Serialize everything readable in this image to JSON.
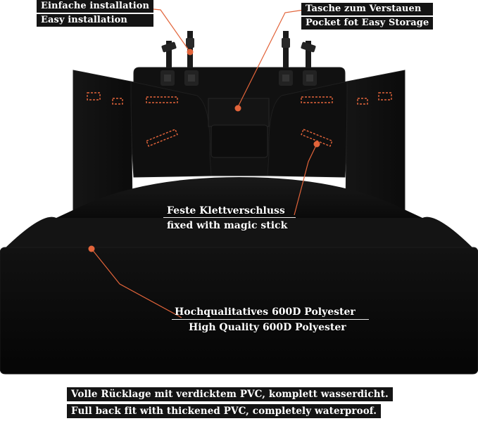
{
  "colors": {
    "background": "#ffffff",
    "cover": "#0e0e0e",
    "cover_edge": "#1c1c1c",
    "accent": "#e2643a",
    "label_bg": "#141414",
    "label_text": "#ffffff"
  },
  "callouts": {
    "installation": {
      "de": "Einfache installation",
      "en": "Easy installation"
    },
    "pocket": {
      "de": "Tasche zum Verstauen",
      "en": "Pocket fot Easy Storage"
    },
    "velcro": {
      "de": "Feste Klettverschluss",
      "en": "fixed with magic stick"
    },
    "material": {
      "de": "Hochqualitatives 600D Polyester",
      "en": "High Quality 600D Polyester"
    }
  },
  "footer": {
    "de": "Volle Rücklage mit verdicktem PVC, komplett wasserdicht.",
    "en": "Full back fit with thickened PVC, completely waterproof."
  }
}
